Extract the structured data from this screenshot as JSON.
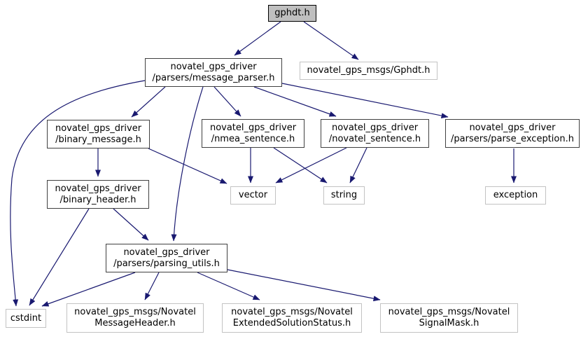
{
  "colors": {
    "edge_color": "#191970",
    "root_fill": "#bfbfbf",
    "internal_border": "#404040",
    "external_border": "#c3c3c3",
    "text_color": "#000000"
  },
  "nodes": {
    "gphdt": {
      "label": "gphdt.h"
    },
    "message_parser": {
      "label": "novatel_gps_driver\n/parsers/message_parser.h"
    },
    "gphdt_msgs": {
      "label": "novatel_gps_msgs/Gphdt.h"
    },
    "binary_message": {
      "label": "novatel_gps_driver\n/binary_message.h"
    },
    "nmea_sentence": {
      "label": "novatel_gps_driver\n/nmea_sentence.h"
    },
    "novatel_sentence": {
      "label": "novatel_gps_driver\n/novatel_sentence.h"
    },
    "parse_exception": {
      "label": "novatel_gps_driver\n/parsers/parse_exception.h"
    },
    "binary_header": {
      "label": "novatel_gps_driver\n/binary_header.h"
    },
    "vector": {
      "label": "vector"
    },
    "string": {
      "label": "string"
    },
    "exception": {
      "label": "exception"
    },
    "parsing_utils": {
      "label": "novatel_gps_driver\n/parsers/parsing_utils.h"
    },
    "cstdint": {
      "label": "cstdint"
    },
    "novatel_message_header": {
      "label": "novatel_gps_msgs/Novatel\nMessageHeader.h"
    },
    "novatel_extended_solution_status": {
      "label": "novatel_gps_msgs/Novatel\nExtendedSolutionStatus.h"
    },
    "novatel_signal_mask": {
      "label": "novatel_gps_msgs/Novatel\nSignalMask.h"
    }
  },
  "edges": [
    {
      "from": "gphdt",
      "to": "message_parser"
    },
    {
      "from": "gphdt",
      "to": "gphdt_msgs"
    },
    {
      "from": "message_parser",
      "to": "binary_message"
    },
    {
      "from": "message_parser",
      "to": "nmea_sentence"
    },
    {
      "from": "message_parser",
      "to": "novatel_sentence"
    },
    {
      "from": "message_parser",
      "to": "parse_exception"
    },
    {
      "from": "message_parser",
      "to": "parsing_utils"
    },
    {
      "from": "message_parser",
      "to": "cstdint"
    },
    {
      "from": "binary_message",
      "to": "binary_header"
    },
    {
      "from": "binary_message",
      "to": "vector"
    },
    {
      "from": "nmea_sentence",
      "to": "vector"
    },
    {
      "from": "nmea_sentence",
      "to": "string"
    },
    {
      "from": "novatel_sentence",
      "to": "vector"
    },
    {
      "from": "novatel_sentence",
      "to": "string"
    },
    {
      "from": "parse_exception",
      "to": "exception"
    },
    {
      "from": "binary_header",
      "to": "cstdint"
    },
    {
      "from": "binary_header",
      "to": "parsing_utils"
    },
    {
      "from": "parsing_utils",
      "to": "cstdint"
    },
    {
      "from": "parsing_utils",
      "to": "novatel_message_header"
    },
    {
      "from": "parsing_utils",
      "to": "novatel_extended_solution_status"
    },
    {
      "from": "parsing_utils",
      "to": "novatel_signal_mask"
    }
  ]
}
